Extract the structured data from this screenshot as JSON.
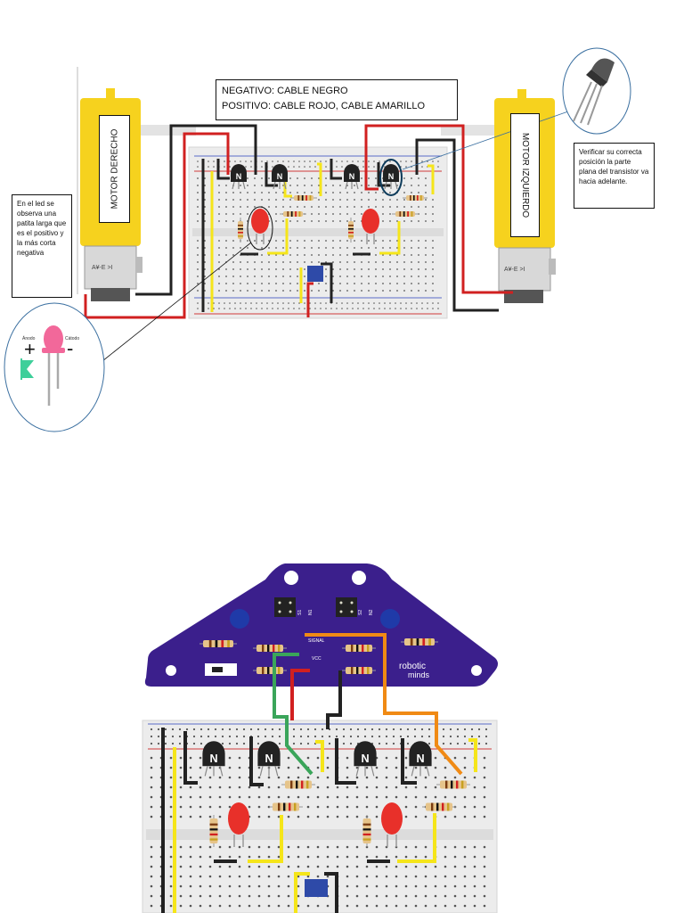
{
  "top_note": {
    "line1": "NEGATIVO: CABLE NEGRO",
    "line2": "POSITIVO: CABLE ROJO, CABLE AMARILLO"
  },
  "left_note": "En el led se observa una patita larga que es el positivo y la más corta negativa",
  "right_note": "Verificar su correcta posición la parte plana del transistor va hacia adelante.",
  "motor_left_label": "MOTOR DERECHO",
  "motor_right_label": "MOTOR IZQUIERDO",
  "motor_marking": "A¥-E >I",
  "led_inset": {
    "anode_label": "Ánodo",
    "cathode_label": "Cátodo",
    "plus": "+",
    "minus": "-"
  },
  "transistor_symbol": "N",
  "sensor_board": {
    "logo_line1": "robotic",
    "logo_line2": "minds",
    "signal_label": "SIGNAL",
    "vcc_label": "VCC",
    "header_left_a": "S1",
    "header_left_b": "N1",
    "header_right_a": "S2",
    "header_right_b": "N2"
  },
  "colors": {
    "motor_yellow": "#f6d21e",
    "wire_red": "#d12020",
    "wire_black": "#222222",
    "wire_yellow": "#f5e51a",
    "wire_orange": "#f08a14",
    "wire_green": "#3aa55a",
    "board_purple": "#3b1f8c",
    "breadboard": "#ececec",
    "led_red": "#e8302a"
  }
}
